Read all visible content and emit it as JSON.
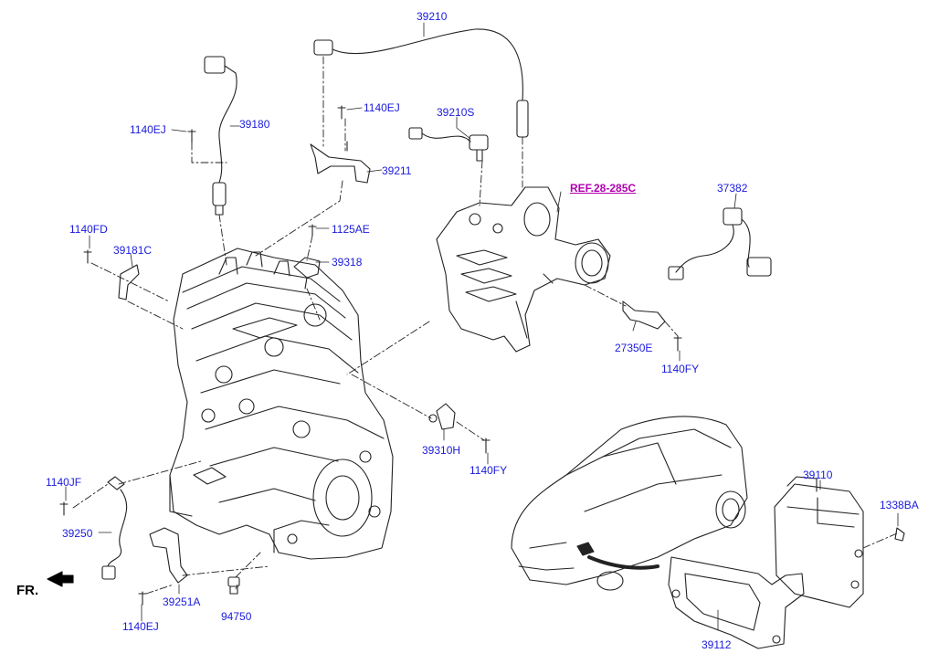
{
  "diagram": {
    "front_marker": "FR.",
    "colors": {
      "label": "#1a1adc",
      "reference": "#b000b0",
      "lineart": "#222222"
    },
    "labels": [
      {
        "id": "p39210",
        "text": "39210"
      },
      {
        "id": "p1140ej_a",
        "text": "1140EJ"
      },
      {
        "id": "p39180",
        "text": "39180"
      },
      {
        "id": "p1140ej_b",
        "text": "1140EJ"
      },
      {
        "id": "p39210s",
        "text": "39210S"
      },
      {
        "id": "p39211",
        "text": "39211"
      },
      {
        "id": "pref",
        "text": "REF.28-285C"
      },
      {
        "id": "p37382",
        "text": "37382"
      },
      {
        "id": "p1140fd",
        "text": "1140FD"
      },
      {
        "id": "p39181c",
        "text": "39181C"
      },
      {
        "id": "p1125ae",
        "text": "1125AE"
      },
      {
        "id": "p39318",
        "text": "39318"
      },
      {
        "id": "p27350e",
        "text": "27350E"
      },
      {
        "id": "p1140fy_a",
        "text": "1140FY"
      },
      {
        "id": "p39310h",
        "text": "39310H"
      },
      {
        "id": "p1140fy_b",
        "text": "1140FY"
      },
      {
        "id": "p39110",
        "text": "39110"
      },
      {
        "id": "p1140jf",
        "text": "1140JF"
      },
      {
        "id": "p1338ba",
        "text": "1338BA"
      },
      {
        "id": "p39250",
        "text": "39250"
      },
      {
        "id": "p39251a",
        "text": "39251A"
      },
      {
        "id": "p94750",
        "text": "94750"
      },
      {
        "id": "p1140ej_c",
        "text": "1140EJ"
      },
      {
        "id": "p39112",
        "text": "39112"
      }
    ]
  }
}
